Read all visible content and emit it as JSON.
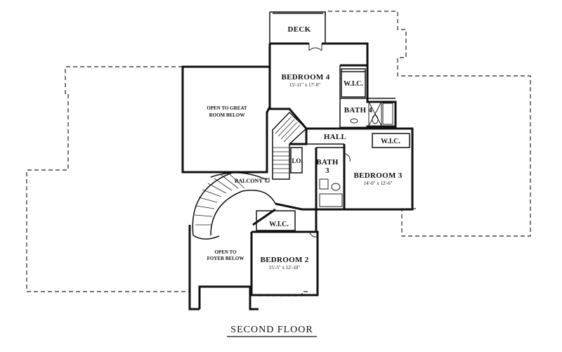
{
  "plan": {
    "title": "SECOND FLOOR",
    "rooms": {
      "deck": "DECK",
      "bedroom4": {
        "name": "BEDROOM 4",
        "dims": "15'-11\" x 17'-0\""
      },
      "wic_bed4": "W.I.C.",
      "bath4": "BATH 4",
      "open_great_line1": "OPEN TO GREAT",
      "open_great_line2": "ROOM BELOW",
      "hall": "HALL",
      "wic_bed3": "W.I.C.",
      "linen": "LO.",
      "bath3_line1": "BATH",
      "bath3_line2": "3",
      "bedroom3": {
        "name": "BEDROOM 3",
        "dims": "14'-0\" x 12'-6\""
      },
      "balcony": "BALCONY",
      "wic_bed2": "W.I.C.",
      "open_foyer_line1": "OPEN TO",
      "open_foyer_line2": "FOYER BELOW",
      "bedroom2": {
        "name": "BEDROOM 2",
        "dims": "15'-5\" x 12'-10\""
      }
    }
  }
}
